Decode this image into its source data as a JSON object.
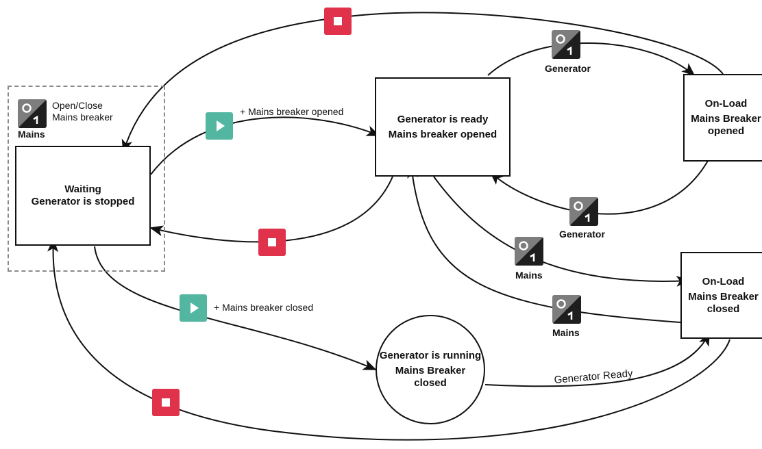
{
  "states": {
    "waiting": {
      "line1": "Waiting",
      "line2": "Generator is stopped"
    },
    "ready": {
      "line1": "Generator is ready",
      "line2": "Mains breaker opened"
    },
    "onload_open": {
      "line1": "On-Load",
      "line2": "Mains Breaker",
      "line3": "opened"
    },
    "onload_closed": {
      "line1": "On-Load",
      "line2": "Mains Breaker",
      "line3": "closed"
    },
    "running": {
      "line1": "Generator is running",
      "line2": "Mains Breaker",
      "line3": "closed"
    }
  },
  "legend": {
    "line1": "Open/Close",
    "line2": "Mains breaker",
    "caption": "Mains"
  },
  "labels": {
    "start_open": "+ Mains breaker opened",
    "start_closed": "+ Mains breaker closed",
    "gen_top": "Generator",
    "gen_bottom": "Generator",
    "mains_1": "Mains",
    "mains_2": "Mains",
    "gen_ready": "Generator Ready"
  },
  "icons": {
    "stop": "stop-icon",
    "play": "play-icon",
    "breaker": "breaker-switch-icon"
  },
  "colors": {
    "stop": "#e0324b",
    "play": "#52b6a0",
    "breaker_dark": "#1e1e1e",
    "breaker_light": "#7d7d7d"
  }
}
